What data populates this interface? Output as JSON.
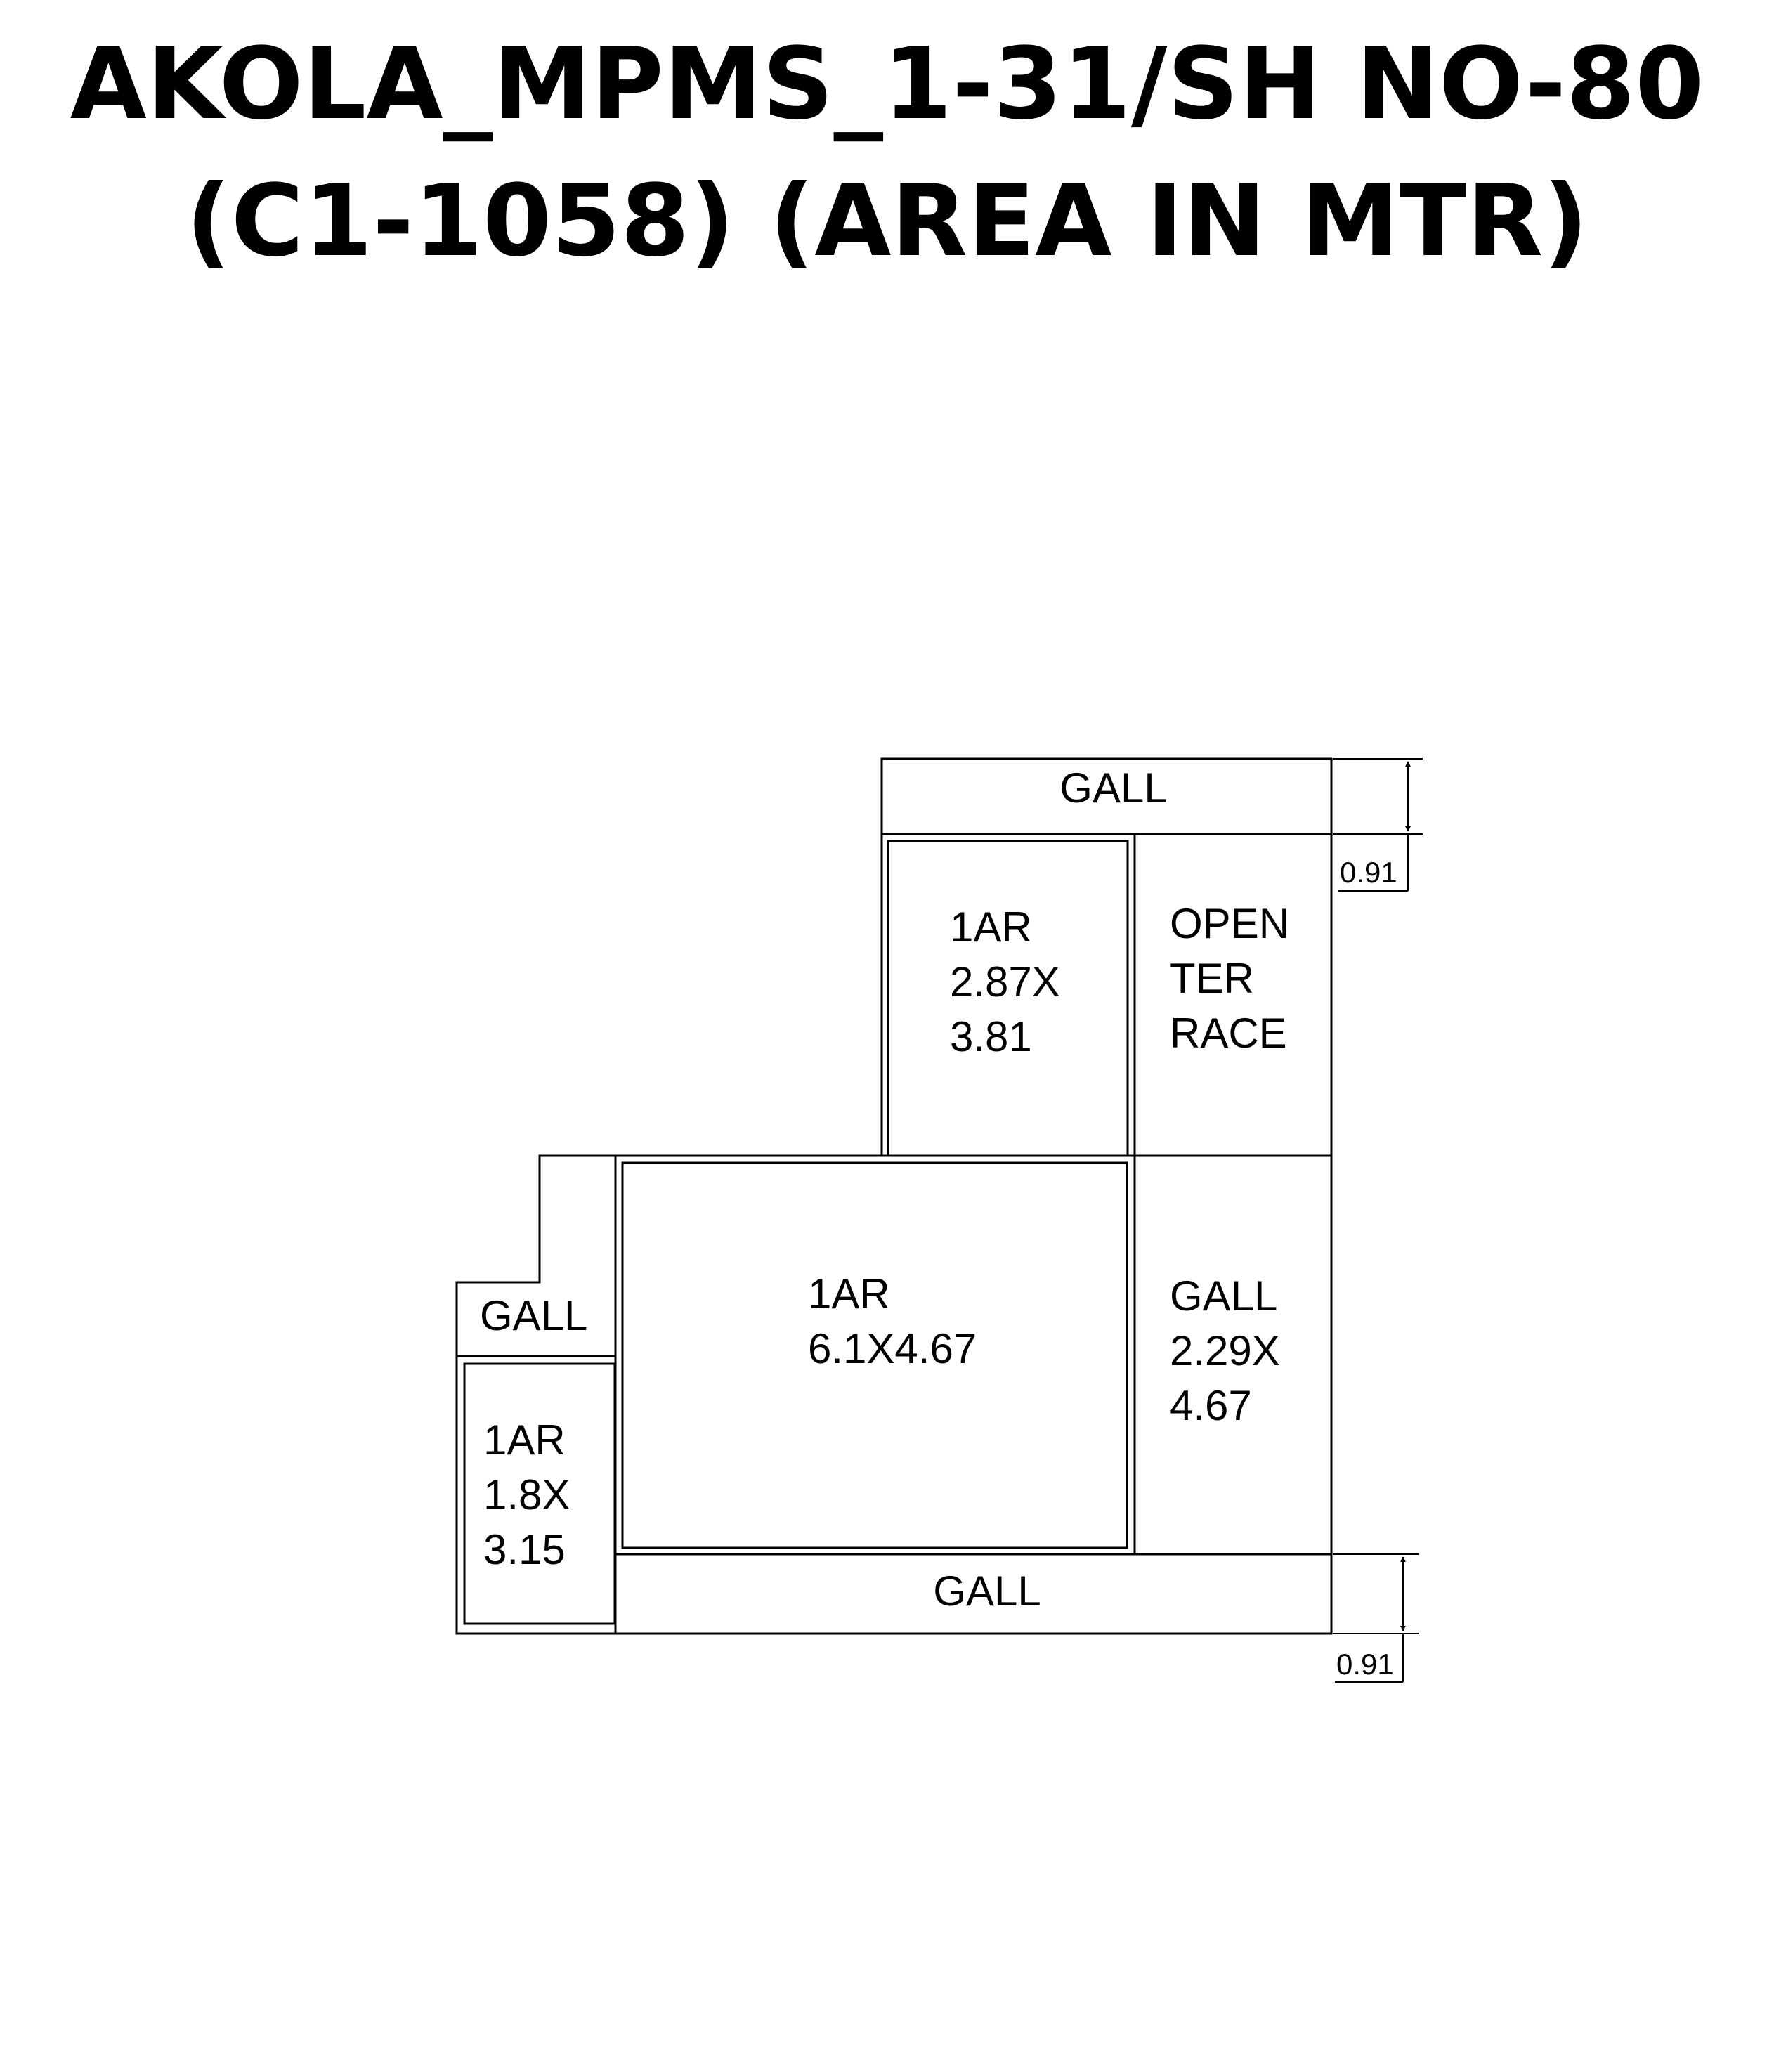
{
  "title": {
    "line1": "AKOLA_MPMS_1-31/SH NO-80",
    "line2": "(C1-1058) (AREA IN MTR)"
  },
  "rooms": {
    "gall_top": {
      "line1": "GALL"
    },
    "room_small": {
      "line1": "1AR",
      "line2": "2.87X",
      "line3": "3.81"
    },
    "open_terrace": {
      "line1": "OPEN",
      "line2": "TER",
      "line3": "RACE"
    },
    "room_main": {
      "line1": "1AR",
      "line2": "6.1X4.67"
    },
    "gall_right": {
      "line1": "GALL",
      "line2": "2.29X",
      "line3": "4.67"
    },
    "gall_left": {
      "line1": "GALL"
    },
    "room_left": {
      "line1": "1AR",
      "line2": "1.8X",
      "line3": "3.15"
    },
    "gall_bottom": {
      "line1": "GALL"
    }
  },
  "dimensions": {
    "top": "0.91",
    "bottom": "0.91"
  }
}
